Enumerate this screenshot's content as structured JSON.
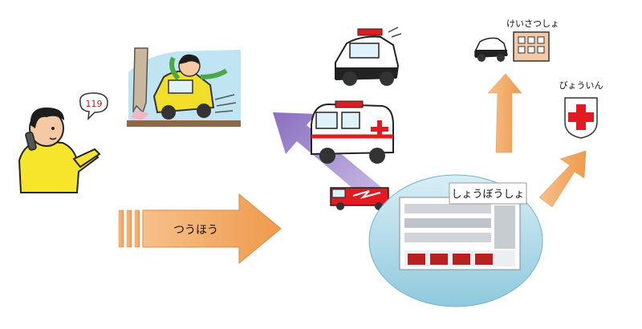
{
  "labels": {
    "phone_number": "119",
    "report": "つうほう",
    "fire_station": "しょうぼうしょ",
    "police_station": "けいさつしょ",
    "hospital": "びょういん"
  },
  "icons": {
    "caller": "person-calling-icon",
    "accident": "car-crash-icon",
    "police_car": "police-car-icon",
    "ambulance": "ambulance-icon",
    "fire_engine": "fire-engine-icon",
    "fire_station_building": "fire-station-building-icon",
    "police_building": "police-station-icon",
    "hospital_cross": "hospital-cross-icon"
  },
  "colors": {
    "report_arrow": "#f0a15a",
    "dispatch_arrow": "#9c84c9",
    "route_arrow": "#f2a86a",
    "station_bubble": "#a9d6e6",
    "hospital_cross": "#e11b22",
    "caller_shirt": "#f6e52a",
    "crash_car": "#f2df2c"
  }
}
